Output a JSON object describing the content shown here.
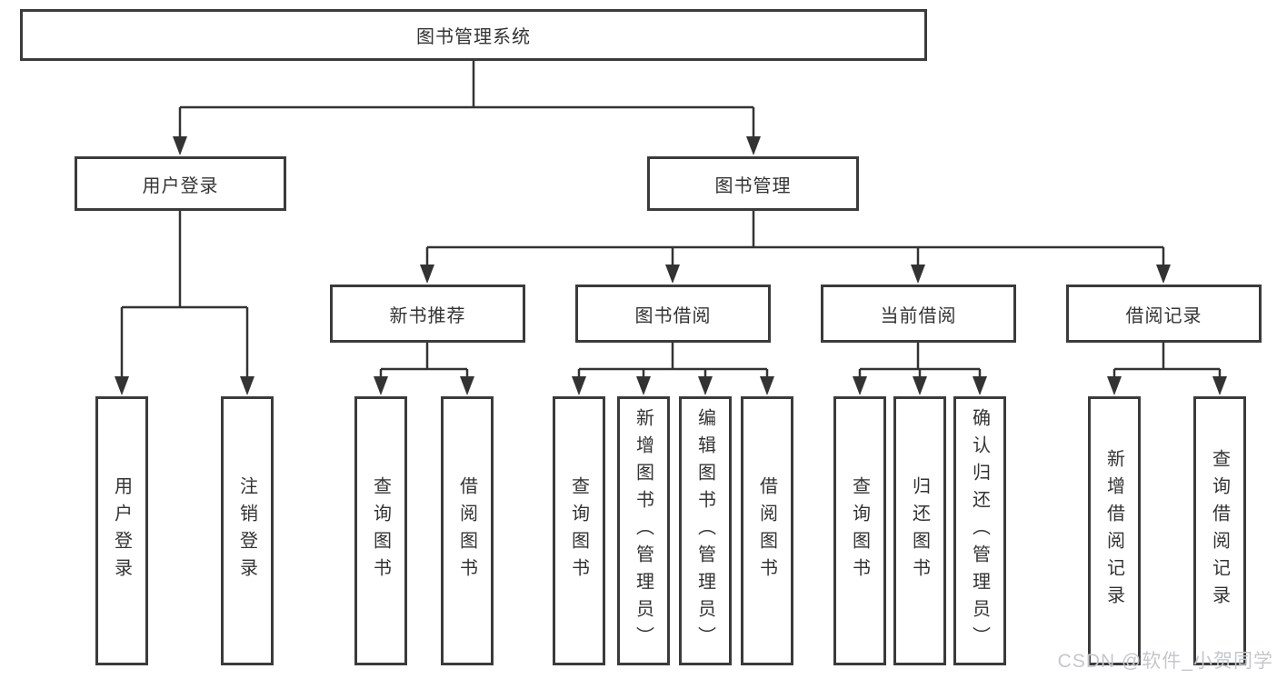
{
  "diagram": {
    "root": {
      "label": "图书管理系统"
    },
    "user_branch": {
      "label": "用户登录",
      "children": [
        {
          "label": "用户登录"
        },
        {
          "label": "注销登录"
        }
      ]
    },
    "book_branch": {
      "label": "图书管理",
      "sections": [
        {
          "label": "新书推荐",
          "children": [
            {
              "label": "查询图书"
            },
            {
              "label": "借阅图书"
            }
          ]
        },
        {
          "label": "图书借阅",
          "children": [
            {
              "label": "查询图书"
            },
            {
              "label": "新增图书（管理员）"
            },
            {
              "label": "编辑图书（管理员）"
            },
            {
              "label": "借阅图书"
            }
          ]
        },
        {
          "label": "当前借阅",
          "children": [
            {
              "label": "查询图书"
            },
            {
              "label": "归还图书"
            },
            {
              "label": "确认归还（管理员）"
            }
          ]
        },
        {
          "label": "借阅记录",
          "children": [
            {
              "label": "新增借阅记录"
            },
            {
              "label": "查询借阅记录"
            }
          ]
        }
      ]
    }
  },
  "watermark": {
    "text": "CSDN @软件_小贺同学"
  },
  "colors": {
    "line": "#333333",
    "box_border": "#3b3b3b",
    "text": "#333333",
    "watermark": "#c4c7cc",
    "background": "#ffffff"
  }
}
